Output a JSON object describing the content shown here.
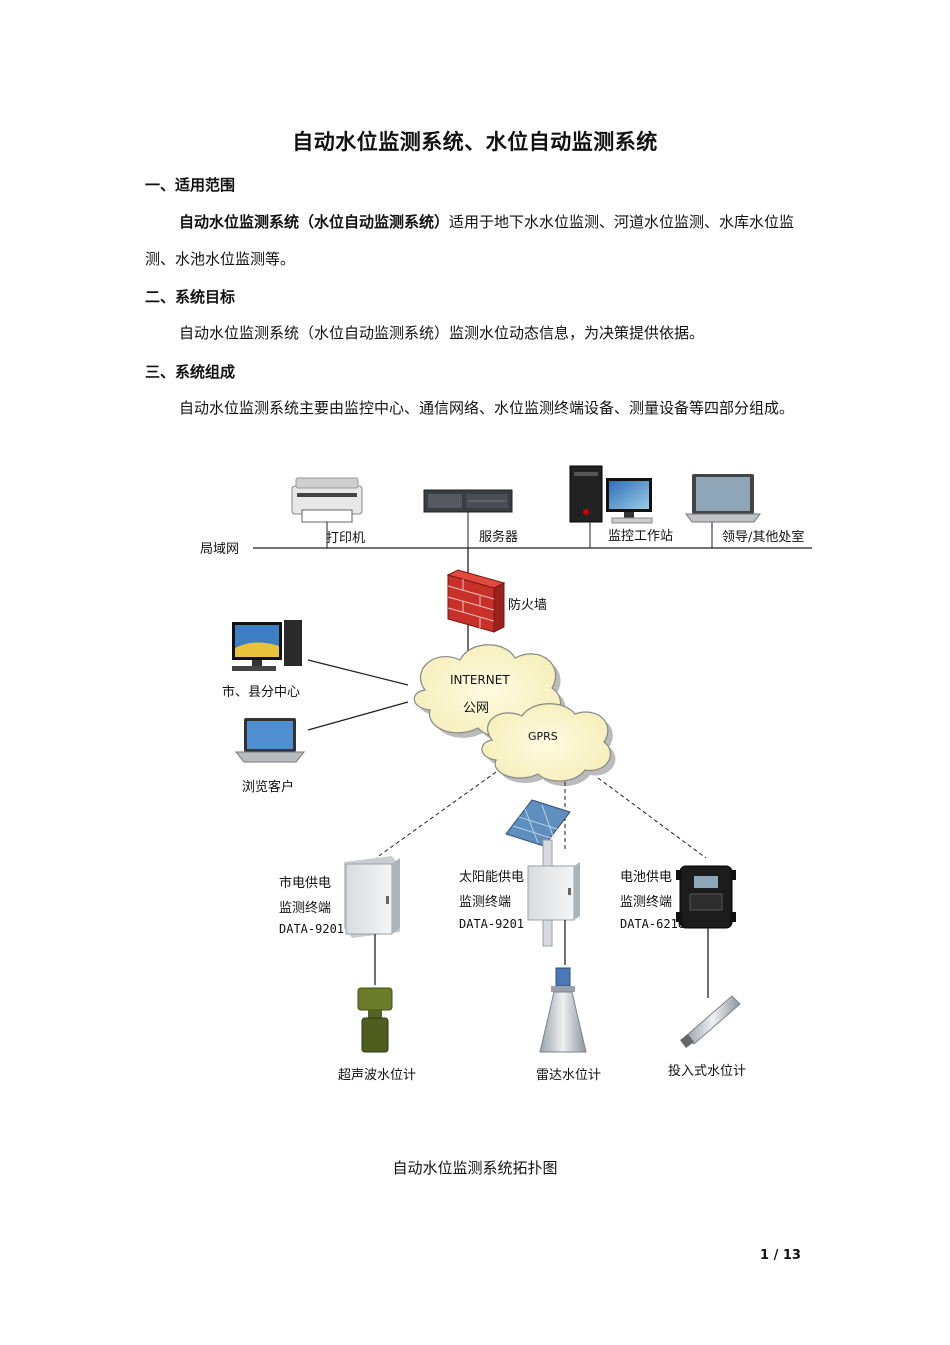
{
  "document": {
    "title": "自动水位监测系统、水位自动监测系统",
    "sections": [
      {
        "heading": "一、适用范围",
        "paragraph_bold": "自动水位监测系统（水位自动监测系统）",
        "paragraph_rest": "适用于地下水水位监测、河道水位监测、水库水位监测、水池水位监测等。"
      },
      {
        "heading": "二、系统目标",
        "paragraph": "自动水位监测系统（水位自动监测系统）监测水位动态信息，为决策提供依据。"
      },
      {
        "heading": "三、系统组成",
        "paragraph": "自动水位监测系统主要由监控中心、通信网络、水位监测终端设备、测量设备等四部分组成。"
      }
    ],
    "figure_caption": "自动水位监测系统拓扑图",
    "page_number": "1 / 13"
  },
  "diagram": {
    "lan_label": "局域网",
    "printer_label": "打印机",
    "server_label": "服务器",
    "workstation_label": "监控工作站",
    "office_label": "领导/其他处室",
    "firewall_label": "防火墙",
    "internet_label": "INTERNET",
    "public_net_label": "公网",
    "gprs_label": "GPRS",
    "city_center_label": "市、县分中心",
    "browser_client_label": "浏览客户",
    "terminal1": {
      "line1": "市电供电",
      "line2": "监测终端",
      "model": "DATA-9201"
    },
    "terminal2": {
      "line1": "太阳能供电",
      "line2": "监测终端",
      "model": "DATA-9201"
    },
    "terminal3": {
      "line1": "电池供电",
      "line2": "监测终端",
      "model": "DATA-6216"
    },
    "sensor1_label": "超声波水位计",
    "sensor2_label": "雷达水位计",
    "sensor3_label": "投入式水位计"
  }
}
